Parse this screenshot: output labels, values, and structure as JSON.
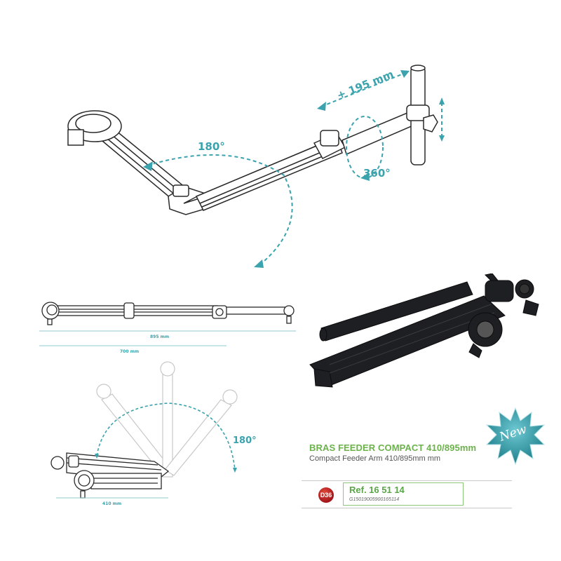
{
  "main_diagram": {
    "labels": {
      "extension": "+ 195 mm",
      "rotation_360": "360°",
      "fold_180": "180°"
    }
  },
  "side_view": {
    "dimensions": {
      "full_length": "895 mm",
      "inner_length": "700 mm"
    }
  },
  "fold_diagram": {
    "labels": {
      "fold_180": "180°",
      "folded_length": "410 mm"
    }
  },
  "product_info": {
    "title": "BRAS FEEDER COMPACT 410/895mm",
    "subtitle": "Compact Feeder Arm 410/895mm mm",
    "badge": "D36",
    "reference": "Ref. 16 51 14",
    "barcode": "G15019005900165114",
    "new_badge": "New"
  },
  "colors": {
    "accent_teal": "#3aa3ad",
    "title_green": "#6bb24b",
    "ref_green": "#5aa548",
    "badge_red": "#b81c22",
    "product_black": "#1e1f22"
  }
}
